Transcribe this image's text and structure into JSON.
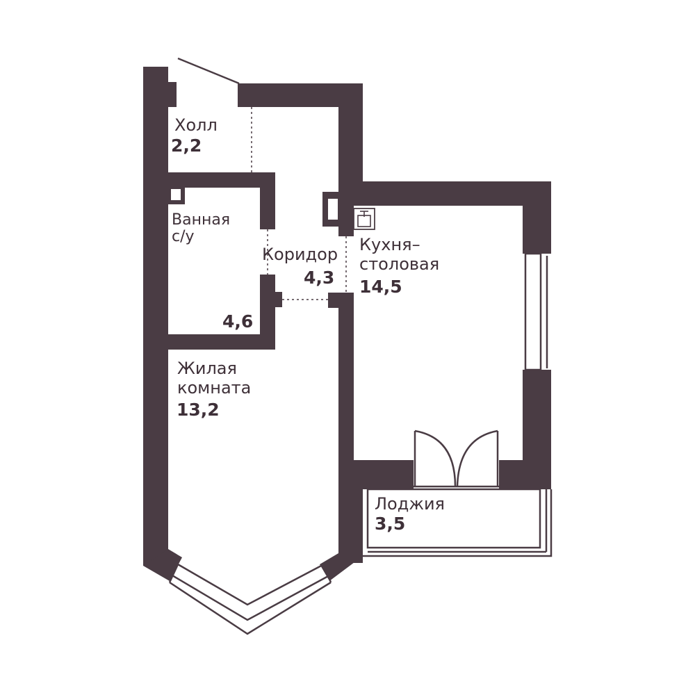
{
  "colors": {
    "wall": "#4a3c44",
    "text": "#3e3038",
    "background": "#ffffff"
  },
  "rooms": {
    "hall": {
      "name": "Холл",
      "area": "2,2"
    },
    "bathroom": {
      "name_line1": "Ванная",
      "name_line2": "с/у",
      "area": "4,6"
    },
    "corridor": {
      "name": "Коридор",
      "area": "4,3"
    },
    "kitchen": {
      "name_line1": "Кухня–",
      "name_line2": "столовая",
      "area": "14,5"
    },
    "living": {
      "name_line1": "Жилая",
      "name_line2": "комната",
      "area": "13,2"
    },
    "loggia": {
      "name": "Лоджия",
      "area": "3,5"
    }
  },
  "icons": {
    "sink": "sink-icon"
  }
}
